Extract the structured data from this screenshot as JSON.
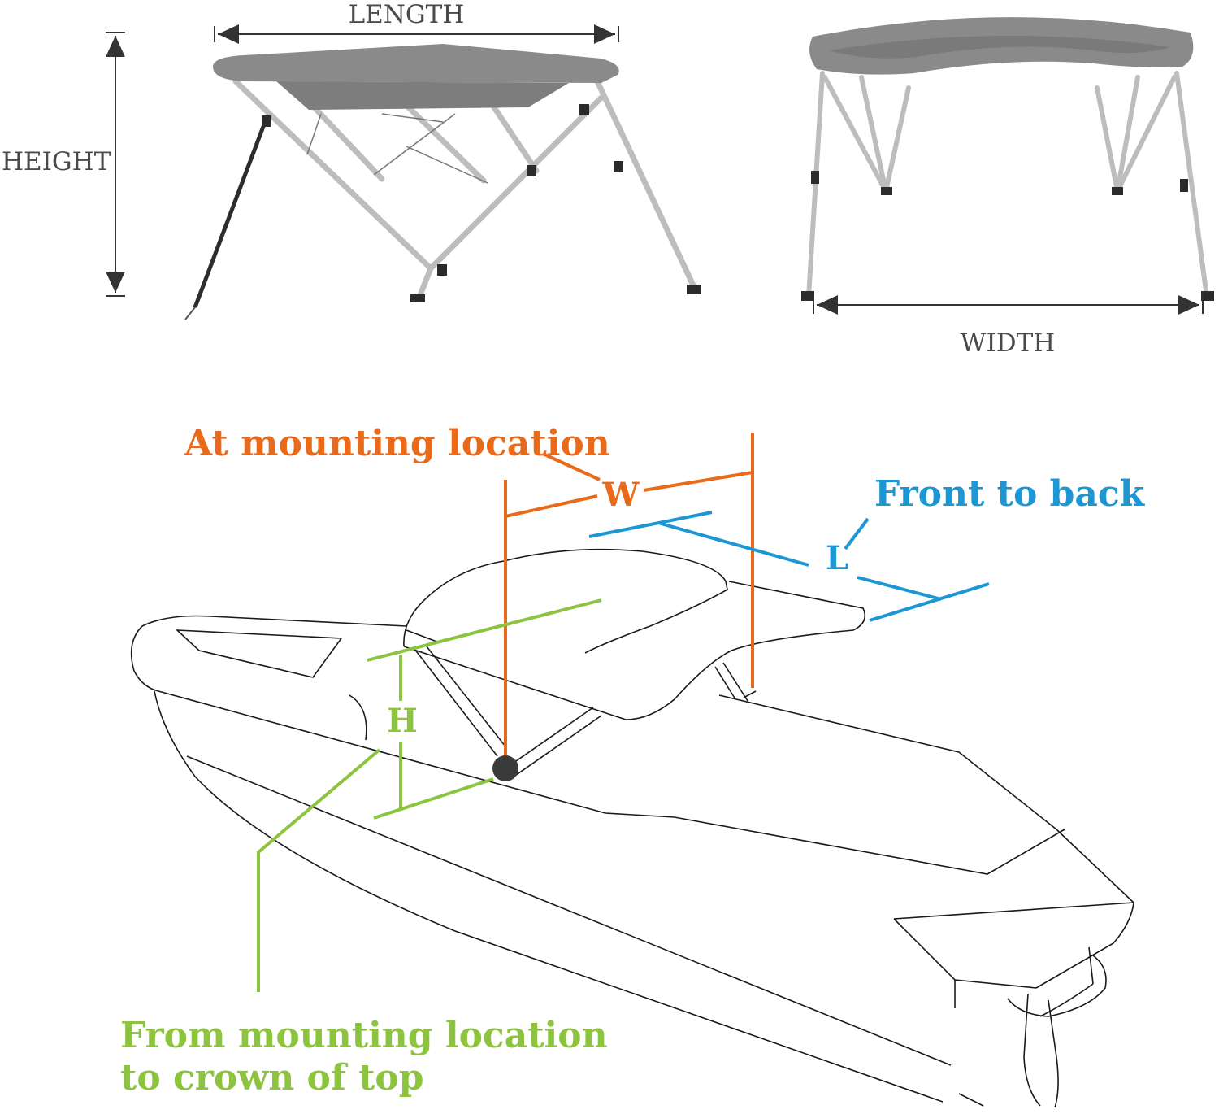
{
  "colors": {
    "dimension": "#4a4a4a",
    "canvas": "#8a8a8a",
    "frame": "#c9c9c9",
    "width_callout": "#e86a1a",
    "length_callout": "#1d97d4",
    "height_callout": "#8cc43f",
    "outline": "#1a1a1a"
  },
  "side_view": {
    "length_label": "LENGTH",
    "height_label": "HEIGHT"
  },
  "front_view": {
    "width_label": "WIDTH"
  },
  "diagram": {
    "width_caption": "At mounting location",
    "width_letter": "W",
    "length_caption": "Front to back",
    "length_letter": "L",
    "height_letter": "H",
    "height_caption_line1": "From mounting location",
    "height_caption_line2": "to crown of top"
  }
}
